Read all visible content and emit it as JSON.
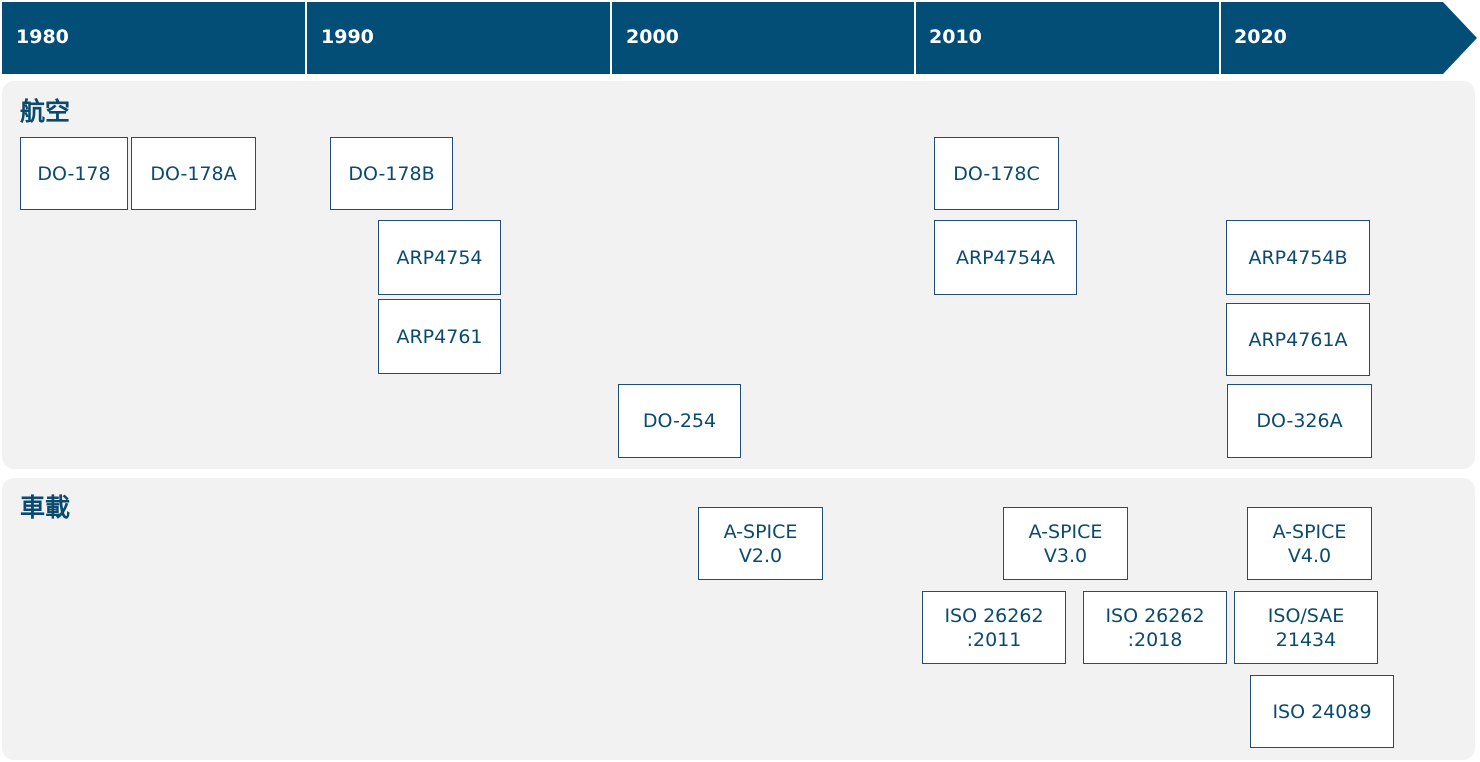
{
  "timeline": {
    "years": [
      "1980",
      "1990",
      "2000",
      "2010",
      "2020"
    ],
    "color": "#024e77"
  },
  "sections": [
    {
      "title": "航空"
    },
    {
      "title": "車載"
    }
  ],
  "boxes": [
    {
      "label": "DO-178"
    },
    {
      "label": "DO-178A"
    },
    {
      "label": "DO-178B"
    },
    {
      "label": "DO-178C"
    },
    {
      "label": "ARP4754"
    },
    {
      "label": "ARP4754A"
    },
    {
      "label": "ARP4754B"
    },
    {
      "label": "ARP4761"
    },
    {
      "label": "ARP4761A"
    },
    {
      "label": "DO-254"
    },
    {
      "label": "DO-326A"
    },
    {
      "label": "A-SPICE\nV2.0"
    },
    {
      "label": "A-SPICE\nV3.0"
    },
    {
      "label": "A-SPICE\nV4.0"
    },
    {
      "label": "ISO 26262\n:2011"
    },
    {
      "label": "ISO 26262\n:2018"
    },
    {
      "label": "ISO/SAE\n21434"
    },
    {
      "label": "ISO 24089"
    }
  ]
}
